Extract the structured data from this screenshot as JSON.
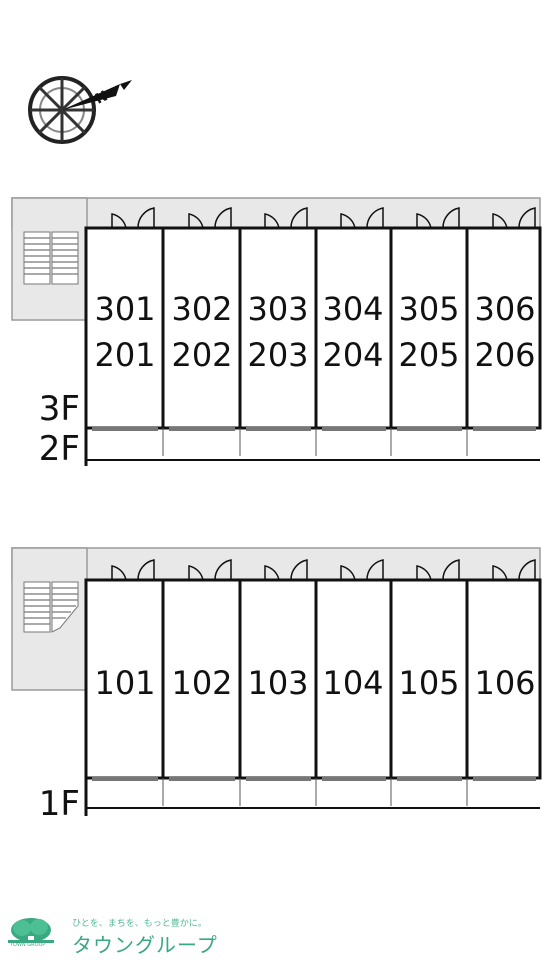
{
  "compass": {
    "letter": "N",
    "icon": "compass-rose-icon"
  },
  "upper_block": {
    "floor_labels": [
      "3F",
      "2F"
    ],
    "units": [
      {
        "top": "301",
        "bottom": "201"
      },
      {
        "top": "302",
        "bottom": "202"
      },
      {
        "top": "303",
        "bottom": "203"
      },
      {
        "top": "304",
        "bottom": "204"
      },
      {
        "top": "305",
        "bottom": "205"
      },
      {
        "top": "306",
        "bottom": "206"
      }
    ]
  },
  "lower_block": {
    "floor_labels": [
      "1F"
    ],
    "units": [
      "101",
      "102",
      "103",
      "104",
      "105",
      "106"
    ]
  },
  "logo": {
    "tagline": "ひとを、まちを、もっと豊かに。",
    "brand": "タウングループ",
    "small_text": "TOWN GROUP",
    "color": "#3aa880"
  },
  "colors": {
    "line": "#111111",
    "corridor": "#e8e8e8",
    "corridor_border": "#9a9a9a"
  }
}
